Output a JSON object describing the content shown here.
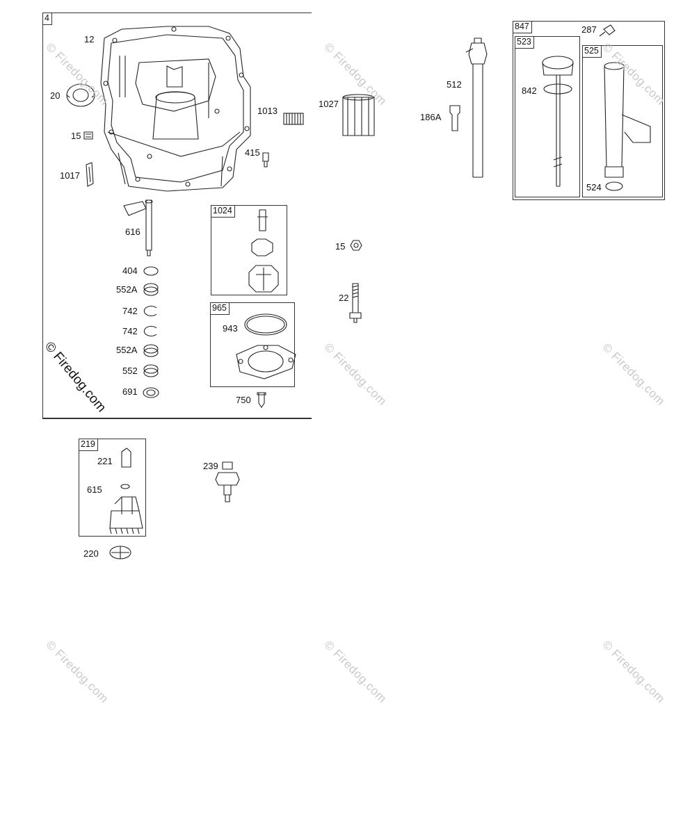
{
  "watermark": "© Firedog.com",
  "callouts": {
    "c12": "12",
    "c20": "20",
    "c15a": "15",
    "c1017": "1017",
    "c1013": "1013",
    "c415": "415",
    "c616": "616",
    "c404": "404",
    "c552a1": "552A",
    "c742a": "742",
    "c742b": "742",
    "c552a2": "552A",
    "c552": "552",
    "c691": "691",
    "c943": "943",
    "c750": "750",
    "c1027": "1027",
    "c512": "512",
    "c186a": "186A",
    "c15b": "15",
    "c22": "22",
    "c287": "287",
    "c842": "842",
    "c524": "524",
    "c221": "221",
    "c615": "615",
    "c220": "220",
    "c239": "239"
  },
  "boxes": {
    "b4": "4",
    "b1024": "1024",
    "b965": "965",
    "b847": "847",
    "b523": "523",
    "b525": "525",
    "b219": "219"
  },
  "colors": {
    "line": "#222222",
    "watermark": "#c9c9c9"
  }
}
